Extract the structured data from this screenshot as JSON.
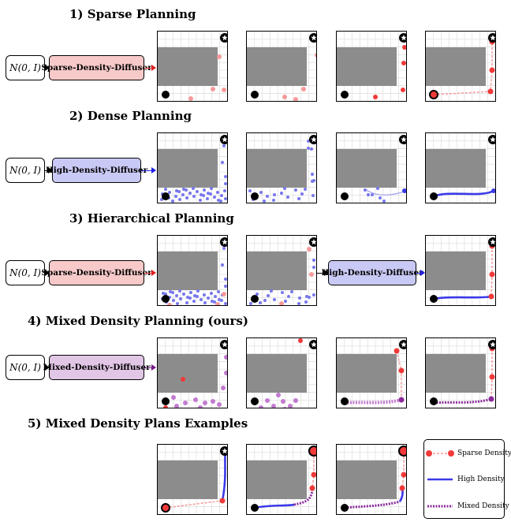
{
  "sections": [
    {
      "title": "1) Sparse Planning"
    },
    {
      "title": "2) Dense Planning"
    },
    {
      "title": "3) Hierarchical Planning"
    },
    {
      "title": "4) Mixed Density Planning (ours)"
    },
    {
      "title": "5) Mixed Density Plans Examples"
    }
  ],
  "noise_label": "N(0, I)",
  "diffusers": {
    "sparse": "Sparse-Density-Diffuser",
    "high": "High-Density-Diffuser",
    "mixed": "Mixed-Density-Diffuser"
  },
  "legend": {
    "sparse": "Sparse Density",
    "high": "High Density",
    "mixed": "Mixed Density"
  },
  "colors": {
    "sparse": "#f03a3a",
    "sparse_light": "#f79a9a",
    "high": "#3a3ae8",
    "high_light": "#7777ee",
    "mixed": "#8a2a9a",
    "mixed_light": "#c27ad0",
    "obstacle": "#8c8c8c",
    "grid": "#d8d8d8"
  },
  "icons": {
    "start": "filled-circle-start-icon",
    "goal": "star-goal-icon"
  }
}
